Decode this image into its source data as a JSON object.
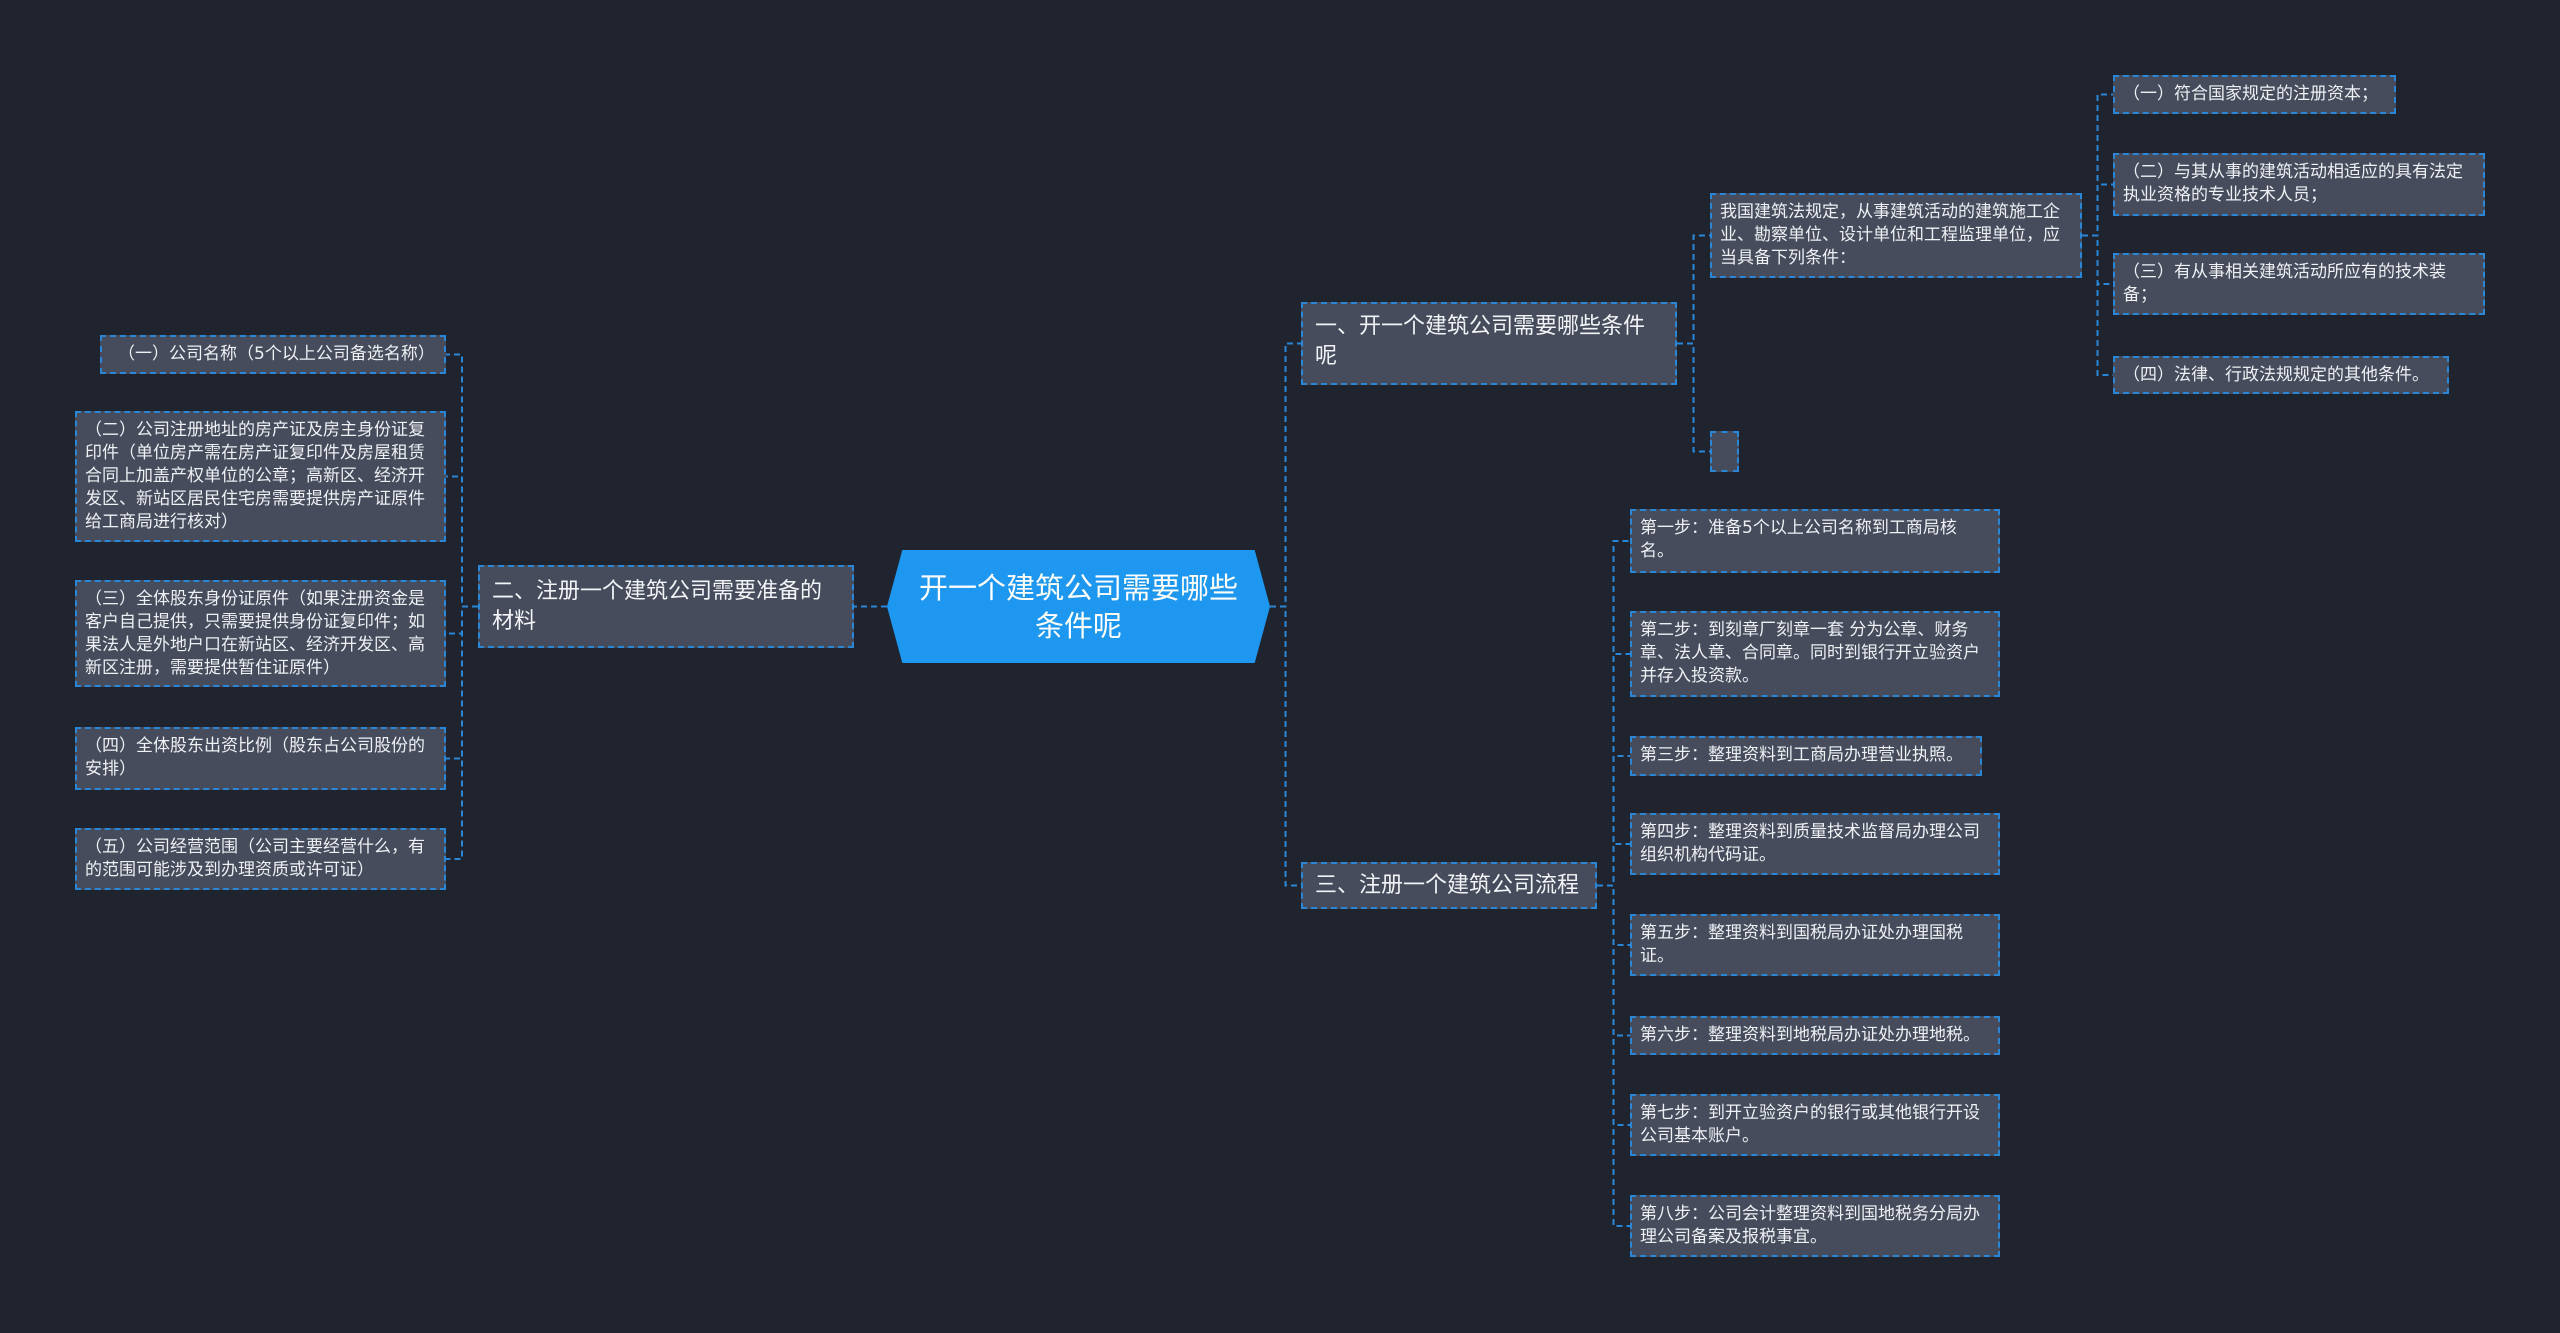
{
  "root": {
    "label": "开一个建筑公司需要哪些条件呢"
  },
  "branch_right_1": {
    "label": "一、开一个建筑公司需要哪些条件呢",
    "intro": "我国建筑法规定，从事建筑活动的建筑施工企业、勘察单位、设计单位和工程监理单位，应当具备下列条件：",
    "conditions": [
      "（一）符合国家规定的注册资本；",
      "（二）与其从事的建筑活动相适应的具有法定执业资格的专业技术人员；",
      "（三）有从事相关建筑活动所应有的技术装备；",
      "（四）法律、行政法规规定的其他条件。"
    ]
  },
  "branch_left": {
    "label": "二、注册一个建筑公司需要准备的材料",
    "materials": [
      "（一）公司名称（5个以上公司备选名称）",
      "（二）公司注册地址的房产证及房主身份证复印件（单位房产需在房产证复印件及房屋租赁合同上加盖产权单位的公章；高新区、经济开发区、新站区居民住宅房需要提供房产证原件给工商局进行核对）",
      "（三）全体股东身份证原件（如果注册资金是客户自己提供，只需要提供身份证复印件；如果法人是外地户口在新站区、经济开发区、高新区注册，需要提供暂住证原件）",
      "（四）全体股东出资比例（股东占公司股份的安排）",
      "（五）公司经营范围（公司主要经营什么，有的范围可能涉及到办理资质或许可证）"
    ]
  },
  "branch_right_3": {
    "label": "三、注册一个建筑公司流程",
    "steps": [
      "第一步：准备5个以上公司名称到工商局核名。",
      "第二步：到刻章厂刻章一套 分为公章、财务章、法人章、合同章。同时到银行开立验资户并存入投资款。",
      "第三步：整理资料到工商局办理营业执照。",
      "第四步：整理资料到质量技术监督局办理公司组织机构代码证。",
      "第五步：整理资料到国税局办证处办理国税证。",
      "第六步：整理资料到地税局办证处办理地税。",
      "第七步：到开立验资户的银行或其他银行开设公司基本账户。",
      "第八步：公司会计整理资料到国地税务分局办理公司备案及报税事宜。"
    ]
  },
  "colors": {
    "background": "#20242f",
    "root": "#1e97f0",
    "node": "#464c5b",
    "link": "#2a86d6"
  }
}
